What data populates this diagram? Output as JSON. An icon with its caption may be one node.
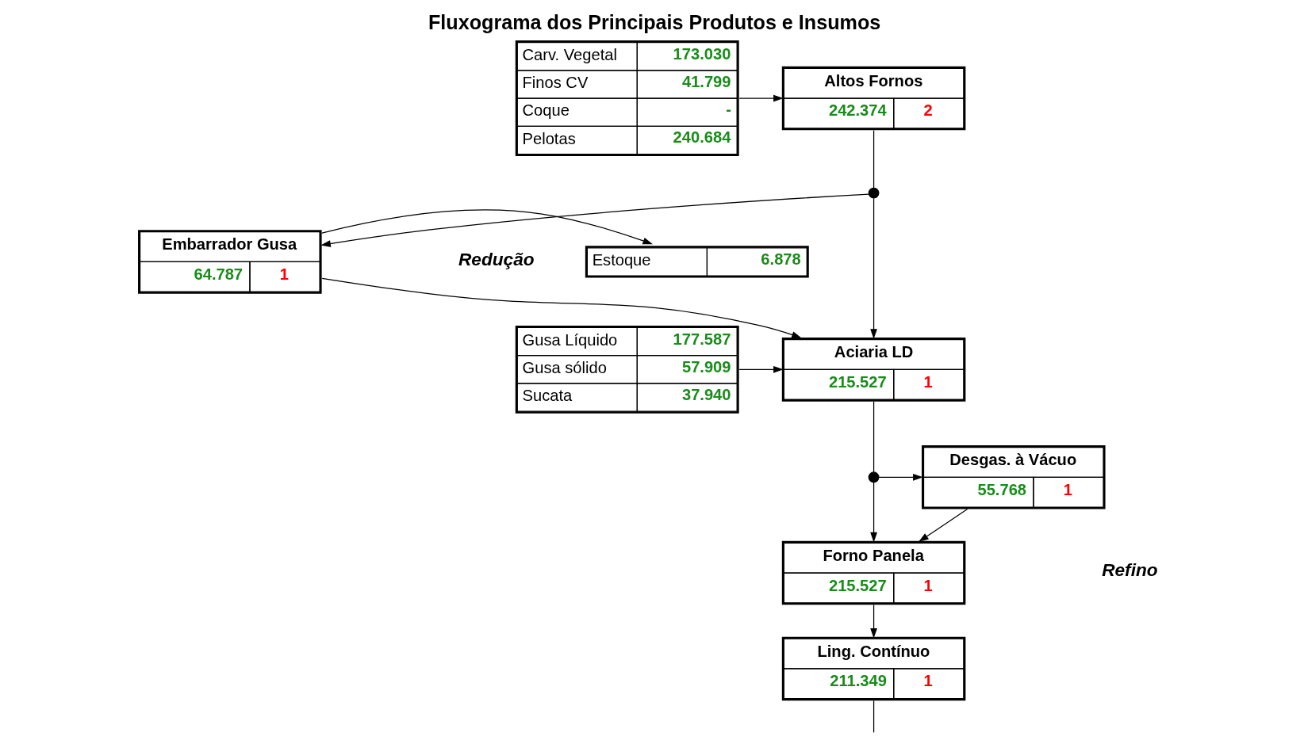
{
  "diagram": {
    "title": "Fluxograma dos Principais Produtos e Insumos",
    "nodes": [
      {
        "text": [
          "Carv. Vegetal",
          "173.030",
          "Finos CV",
          "41.799",
          "Coque",
          "-",
          "Pelotas",
          "240.684"
        ]
      },
      {
        "text": [
          "Altos Fornos",
          "242.374",
          "2"
        ]
      },
      {
        "text": [],
        "shape": "circle"
      },
      {
        "text": [
          "Embarrador Gusa",
          "64.787",
          "1"
        ]
      },
      {
        "text": [
          "Estoque",
          "6.878"
        ]
      },
      {
        "text": [
          "Gusa Líquido",
          "177.587",
          "Gusa sólido",
          "57.909",
          "Sucata",
          "37.940"
        ]
      },
      {
        "text": [
          "Aciaria LD",
          "215.527",
          "1"
        ]
      },
      {
        "text": [],
        "shape": "circle"
      },
      {
        "text": [
          "Desgas. à Vácuo",
          "55.768",
          "1"
        ]
      },
      {
        "text": [
          "Forno Panela",
          "215.527",
          "1"
        ]
      },
      {
        "text": [
          "Ling. Contínuo",
          "211.349",
          "1"
        ]
      }
    ],
    "edges": [
      {
        "from": 0,
        "to": 1,
        "arrow": "to"
      },
      {
        "from": 1,
        "to": 2,
        "arrow": "none"
      },
      {
        "from": 2,
        "to": 3,
        "arrow": "to"
      },
      {
        "from": 2,
        "to": 6,
        "arrow": "to"
      },
      {
        "from": 3,
        "to": 4,
        "arrow": "to"
      },
      {
        "from": 3,
        "to": 6,
        "arrow": "to"
      },
      {
        "from": 5,
        "to": 6,
        "arrow": "to"
      },
      {
        "from": 6,
        "to": 7,
        "arrow": "none"
      },
      {
        "from": 7,
        "to": 8,
        "arrow": "to"
      },
      {
        "from": 8,
        "to": 9,
        "arrow": "to"
      },
      {
        "from": 7,
        "to": 9,
        "arrow": "to"
      },
      {
        "from": 9,
        "to": 10,
        "arrow": "to"
      },
      {
        "from": 10,
        "to": null,
        "arrow": "none"
      }
    ],
    "labels": [
      "Redução",
      "Refino"
    ]
  }
}
